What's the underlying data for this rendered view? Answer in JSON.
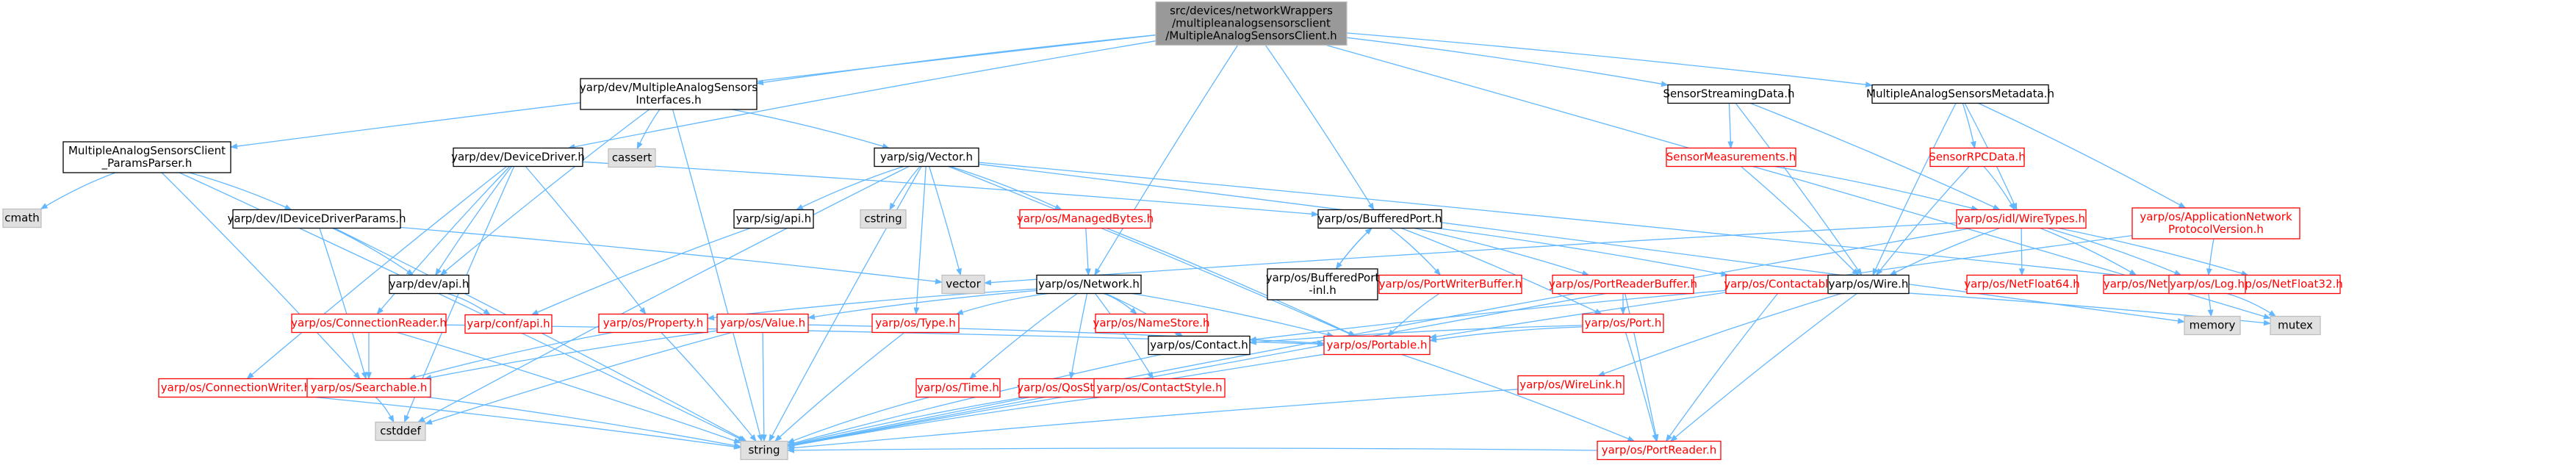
{
  "diagram": {
    "kind": "include-dependency-graph",
    "colors": {
      "root_fill": "#999999",
      "file_fill": "#ffffff",
      "external_fill": "#e0e0e0",
      "border_black": "#000000",
      "border_red": "#ff0000",
      "border_grey": "#bfbfbf",
      "edge": "#63b8ff",
      "text_black": "#000000",
      "text_red": "#ff0000"
    },
    "nodes": [
      {
        "id": "root",
        "lines": [
          "src/devices/networkWrappers",
          "/multipleanalogsensorsclient",
          "/MultipleAnalogSensorsClient.h"
        ],
        "kind": "root"
      },
      {
        "id": "masc_params",
        "lines": [
          "MultipleAnalogSensorsClient",
          "_ParamsParser.h"
        ],
        "kind": "file"
      },
      {
        "id": "masi",
        "lines": [
          "yarp/dev/MultipleAnalogSensors",
          "Interfaces.h"
        ],
        "kind": "file"
      },
      {
        "id": "devicedriver",
        "lines": [
          "yarp/dev/DeviceDriver.h"
        ],
        "kind": "file"
      },
      {
        "id": "ssd",
        "lines": [
          "SensorStreamingData.h"
        ],
        "kind": "file"
      },
      {
        "id": "masm",
        "lines": [
          "MultipleAnalogSensorsMetadata.h"
        ],
        "kind": "file"
      },
      {
        "id": "cmath",
        "lines": [
          "cmath"
        ],
        "kind": "external"
      },
      {
        "id": "idevparams",
        "lines": [
          "yarp/dev/IDeviceDriverParams.h"
        ],
        "kind": "file"
      },
      {
        "id": "cassert",
        "lines": [
          "cassert"
        ],
        "kind": "external"
      },
      {
        "id": "sigvector",
        "lines": [
          "yarp/sig/Vector.h"
        ],
        "kind": "file"
      },
      {
        "id": "sensormeas",
        "lines": [
          "SensorMeasurements.h"
        ],
        "kind": "missing"
      },
      {
        "id": "sensorrpc",
        "lines": [
          "SensorRPCData.h"
        ],
        "kind": "missing"
      },
      {
        "id": "appnetproto",
        "lines": [
          "yarp/os/ApplicationNetwork",
          "ProtocolVersion.h"
        ],
        "kind": "missing"
      },
      {
        "id": "bufferedport",
        "lines": [
          "yarp/os/BufferedPort.h"
        ],
        "kind": "file"
      },
      {
        "id": "idlwiretypes",
        "lines": [
          "yarp/os/idl/WireTypes.h"
        ],
        "kind": "missing"
      },
      {
        "id": "sigapi",
        "lines": [
          "yarp/sig/api.h"
        ],
        "kind": "file"
      },
      {
        "id": "cstring",
        "lines": [
          "cstring"
        ],
        "kind": "external"
      },
      {
        "id": "managedbytes",
        "lines": [
          "yarp/os/ManagedBytes.h"
        ],
        "kind": "missing"
      },
      {
        "id": "vector",
        "lines": [
          "vector"
        ],
        "kind": "external"
      },
      {
        "id": "devapi",
        "lines": [
          "yarp/dev/api.h"
        ],
        "kind": "file"
      },
      {
        "id": "network",
        "lines": [
          "yarp/os/Network.h"
        ],
        "kind": "file"
      },
      {
        "id": "bufferedportinl",
        "lines": [
          "yarp/os/BufferedPort",
          "-inl.h"
        ],
        "kind": "file"
      },
      {
        "id": "portwritebuf",
        "lines": [
          "yarp/os/PortWriterBuffer.h"
        ],
        "kind": "missing"
      },
      {
        "id": "portreadbuf",
        "lines": [
          "yarp/os/PortReaderBuffer.h"
        ],
        "kind": "missing"
      },
      {
        "id": "contactable",
        "lines": [
          "yarp/os/Contactable.h"
        ],
        "kind": "missing"
      },
      {
        "id": "wire",
        "lines": [
          "yarp/os/Wire.h"
        ],
        "kind": "file"
      },
      {
        "id": "netfloat64",
        "lines": [
          "yarp/os/NetFloat64.h"
        ],
        "kind": "missing"
      },
      {
        "id": "netint16",
        "lines": [
          "yarp/os/NetInt16.h"
        ],
        "kind": "missing"
      },
      {
        "id": "netfloat32",
        "lines": [
          "yarp/os/NetFloat32.h"
        ],
        "kind": "missing"
      },
      {
        "id": "log",
        "lines": [
          "yarp/os/Log.h"
        ],
        "kind": "missing"
      },
      {
        "id": "memory",
        "lines": [
          "memory"
        ],
        "kind": "external"
      },
      {
        "id": "mutex",
        "lines": [
          "mutex"
        ],
        "kind": "external"
      },
      {
        "id": "confapi",
        "lines": [
          "yarp/conf/api.h"
        ],
        "kind": "missing"
      },
      {
        "id": "connreader",
        "lines": [
          "yarp/os/ConnectionReader.h"
        ],
        "kind": "missing"
      },
      {
        "id": "property",
        "lines": [
          "yarp/os/Property.h"
        ],
        "kind": "missing"
      },
      {
        "id": "value",
        "lines": [
          "yarp/os/Value.h"
        ],
        "kind": "missing"
      },
      {
        "id": "type",
        "lines": [
          "yarp/os/Type.h"
        ],
        "kind": "missing"
      },
      {
        "id": "namestore",
        "lines": [
          "yarp/os/NameStore.h"
        ],
        "kind": "missing"
      },
      {
        "id": "port",
        "lines": [
          "yarp/os/Port.h"
        ],
        "kind": "missing"
      },
      {
        "id": "connwriter",
        "lines": [
          "yarp/os/ConnectionWriter.h"
        ],
        "kind": "missing"
      },
      {
        "id": "searchable",
        "lines": [
          "yarp/os/Searchable.h"
        ],
        "kind": "missing"
      },
      {
        "id": "qosstyle",
        "lines": [
          "yarp/os/QosStyle.h"
        ],
        "kind": "missing"
      },
      {
        "id": "time",
        "lines": [
          "yarp/os/Time.h"
        ],
        "kind": "missing"
      },
      {
        "id": "contactstyle",
        "lines": [
          "yarp/os/ContactStyle.h"
        ],
        "kind": "missing"
      },
      {
        "id": "contact",
        "lines": [
          "yarp/os/Contact.h"
        ],
        "kind": "file"
      },
      {
        "id": "portable",
        "lines": [
          "yarp/os/Portable.h"
        ],
        "kind": "missing"
      },
      {
        "id": "wirelink",
        "lines": [
          "yarp/os/WireLink.h"
        ],
        "kind": "missing"
      },
      {
        "id": "cstddef",
        "lines": [
          "cstddef"
        ],
        "kind": "external"
      },
      {
        "id": "string",
        "lines": [
          "string"
        ],
        "kind": "external"
      },
      {
        "id": "portreader",
        "lines": [
          "yarp/os/PortReader.h"
        ],
        "kind": "missing"
      }
    ],
    "edges": [
      [
        "root",
        "masc_params"
      ],
      [
        "root",
        "masi"
      ],
      [
        "root",
        "devicedriver"
      ],
      [
        "root",
        "ssd"
      ],
      [
        "root",
        "masm"
      ],
      [
        "root",
        "bufferedport"
      ],
      [
        "root",
        "network"
      ],
      [
        "root",
        "mutex"
      ],
      [
        "masc_params",
        "cmath"
      ],
      [
        "masc_params",
        "idevparams"
      ],
      [
        "masc_params",
        "searchable"
      ],
      [
        "masc_params",
        "string"
      ],
      [
        "masi",
        "cassert"
      ],
      [
        "masi",
        "sigvector"
      ],
      [
        "masi",
        "devapi"
      ],
      [
        "masi",
        "string"
      ],
      [
        "devicedriver",
        "devapi"
      ],
      [
        "devicedriver",
        "connreader"
      ],
      [
        "devicedriver",
        "connwriter"
      ],
      [
        "devicedriver",
        "property"
      ],
      [
        "devicedriver",
        "bufferedport"
      ],
      [
        "devicedriver",
        "cstddef"
      ],
      [
        "idevparams",
        "devapi"
      ],
      [
        "idevparams",
        "searchable"
      ],
      [
        "idevparams",
        "string"
      ],
      [
        "idevparams",
        "vector"
      ],
      [
        "sigvector",
        "sigapi"
      ],
      [
        "sigvector",
        "cstring"
      ],
      [
        "sigvector",
        "managedbytes"
      ],
      [
        "sigvector",
        "vector"
      ],
      [
        "sigvector",
        "type"
      ],
      [
        "sigvector",
        "portable"
      ],
      [
        "sigvector",
        "string"
      ],
      [
        "sigvector",
        "log"
      ],
      [
        "sigvector",
        "memory"
      ],
      [
        "sigvector",
        "cstddef"
      ],
      [
        "ssd",
        "sensormeas"
      ],
      [
        "ssd",
        "idlwiretypes"
      ],
      [
        "ssd",
        "wire"
      ],
      [
        "masm",
        "sensorrpc"
      ],
      [
        "masm",
        "appnetproto"
      ],
      [
        "masm",
        "idlwiretypes"
      ],
      [
        "masm",
        "wire"
      ],
      [
        "sensormeas",
        "idlwiretypes"
      ],
      [
        "sensormeas",
        "wire"
      ],
      [
        "sensorrpc",
        "idlwiretypes"
      ],
      [
        "sensorrpc",
        "wire"
      ],
      [
        "appnetproto",
        "log"
      ],
      [
        "appnetproto",
        "portable"
      ],
      [
        "bufferedport",
        "bufferedportinl"
      ],
      [
        "bufferedport",
        "portwritebuf"
      ],
      [
        "bufferedport",
        "portreadbuf"
      ],
      [
        "bufferedport",
        "contactable"
      ],
      [
        "bufferedport",
        "port"
      ],
      [
        "bufferedportinl",
        "bufferedport"
      ],
      [
        "idlwiretypes",
        "vector"
      ],
      [
        "idlwiretypes",
        "wire"
      ],
      [
        "idlwiretypes",
        "netfloat64"
      ],
      [
        "idlwiretypes",
        "netint16"
      ],
      [
        "idlwiretypes",
        "netfloat32"
      ],
      [
        "idlwiretypes",
        "log"
      ],
      [
        "idlwiretypes",
        "string"
      ],
      [
        "sigapi",
        "confapi"
      ],
      [
        "managedbytes",
        "network"
      ],
      [
        "managedbytes",
        "portable"
      ],
      [
        "devapi",
        "confapi"
      ],
      [
        "network",
        "contact"
      ],
      [
        "network",
        "contactstyle"
      ],
      [
        "network",
        "namestore"
      ],
      [
        "network",
        "portable"
      ],
      [
        "network",
        "property"
      ],
      [
        "network",
        "qosstyle"
      ],
      [
        "network",
        "time"
      ],
      [
        "network",
        "type"
      ],
      [
        "network",
        "value"
      ],
      [
        "portwritebuf",
        "portable"
      ],
      [
        "portreadbuf",
        "port"
      ],
      [
        "portreadbuf",
        "portreader"
      ],
      [
        "portreadbuf",
        "string"
      ],
      [
        "contactable",
        "contact"
      ],
      [
        "contactable",
        "portreader"
      ],
      [
        "contactable",
        "mutex"
      ],
      [
        "wire",
        "wirelink"
      ],
      [
        "wire",
        "portreader"
      ],
      [
        "log",
        "memory"
      ],
      [
        "log",
        "mutex"
      ],
      [
        "connreader",
        "searchable"
      ],
      [
        "connreader",
        "portable"
      ],
      [
        "connreader",
        "string"
      ],
      [
        "property",
        "searchable"
      ],
      [
        "property",
        "string"
      ],
      [
        "value",
        "searchable"
      ],
      [
        "value",
        "portable"
      ],
      [
        "value",
        "string"
      ],
      [
        "value",
        "cstddef"
      ],
      [
        "type",
        "string"
      ],
      [
        "namestore",
        "contact"
      ],
      [
        "port",
        "contact"
      ],
      [
        "port",
        "portreader"
      ],
      [
        "port",
        "portable"
      ],
      [
        "connwriter",
        "string"
      ],
      [
        "searchable",
        "cstddef"
      ],
      [
        "searchable",
        "string"
      ],
      [
        "qosstyle",
        "string"
      ],
      [
        "time",
        "string"
      ],
      [
        "contactstyle",
        "string"
      ],
      [
        "contact",
        "string"
      ],
      [
        "portable",
        "portreader"
      ],
      [
        "portable",
        "string"
      ],
      [
        "wirelink",
        "string"
      ],
      [
        "portreader",
        "string"
      ]
    ]
  }
}
